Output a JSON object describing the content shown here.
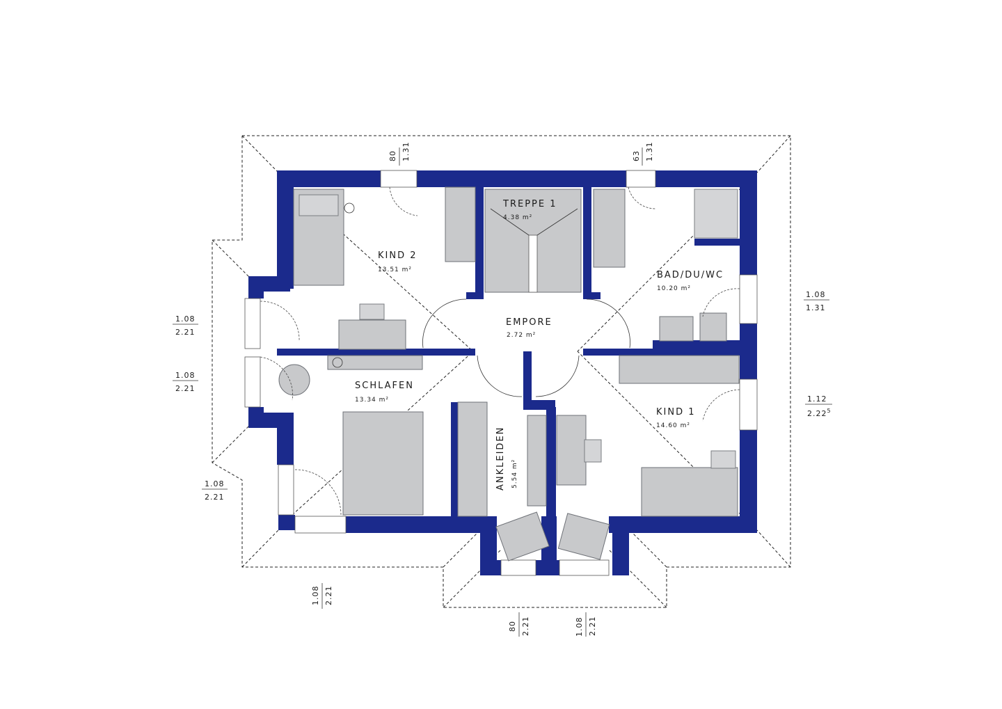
{
  "colors": {
    "wall": "#1b2a8c",
    "furniture": "#c8c9cb"
  },
  "rooms": {
    "kind2": {
      "name": "KIND 2",
      "area": "13.51 m²"
    },
    "treppe": {
      "name": "TREPPE 1",
      "area": "4.38 m²"
    },
    "bad": {
      "name": "BAD/DU/WC",
      "area": "10.20 m²"
    },
    "empore": {
      "name": "EMPORE",
      "area": "2.72 m²"
    },
    "schlafen": {
      "name": "SCHLAFEN",
      "area": "13.34 m²"
    },
    "ankleiden": {
      "name": "ANKLEIDEN",
      "area": "5.54 m²"
    },
    "kind1": {
      "name": "KIND 1",
      "area": "14.60 m²"
    }
  },
  "windows": {
    "top_left": {
      "width": "80",
      "height": "1.31"
    },
    "top_right": {
      "width": "63",
      "height": "1.31"
    },
    "right_upper": {
      "width": "1.08",
      "height": "1.31"
    },
    "right_lower": {
      "width": "1.12",
      "height": "2.22",
      "height_sup": "5"
    },
    "left_upper": {
      "width": "1.08",
      "height": "2.21"
    },
    "left_middle": {
      "width": "1.08",
      "height": "2.21"
    },
    "left_lower": {
      "width": "1.08",
      "height": "2.21"
    },
    "bottom_left": {
      "width": "1.08",
      "height": "2.21"
    },
    "bottom_middle": {
      "width": "80",
      "height": "2.21"
    },
    "bottom_right": {
      "width": "1.08",
      "height": "2.21"
    }
  }
}
